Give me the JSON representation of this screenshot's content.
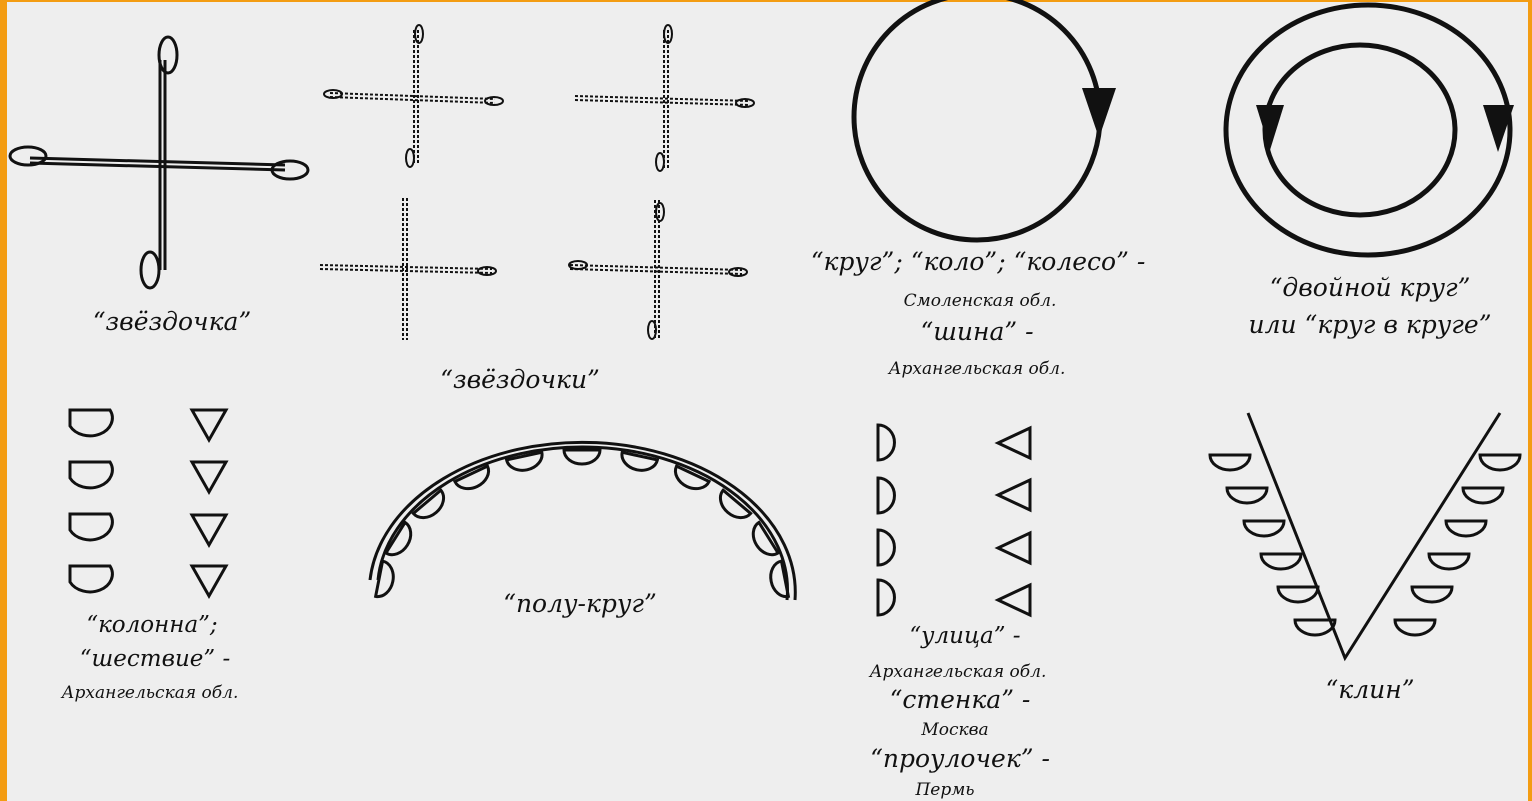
{
  "figures": {
    "star_single": {
      "label": "“звёздочка”"
    },
    "stars_group": {
      "label": "“звёздочки”"
    },
    "circle": {
      "line1": "“круг”; “коло”; “колесо” -",
      "line2": "Смоленская обл.",
      "line3": "“шина” -",
      "line4": "Архангельская обл."
    },
    "double_circle": {
      "line1": "“двойной круг”",
      "line2": "или “круг в круге”"
    },
    "column": {
      "line1": "“колонна”;",
      "line2": "“шествие” -",
      "line3": "Архангельская обл."
    },
    "semicircle": {
      "label": "“полу-круг”"
    },
    "street": {
      "line1": "“улица” -",
      "line2": "Архангельская обл.",
      "line3": "“стенка” -",
      "line4": "Москва",
      "line5": "“проулочек” -",
      "line6": "Пермь"
    },
    "wedge": {
      "label": "“клин”"
    }
  },
  "colors": {
    "border": "#f39c12",
    "paper": "#eeeeee",
    "ink": "#111111"
  }
}
